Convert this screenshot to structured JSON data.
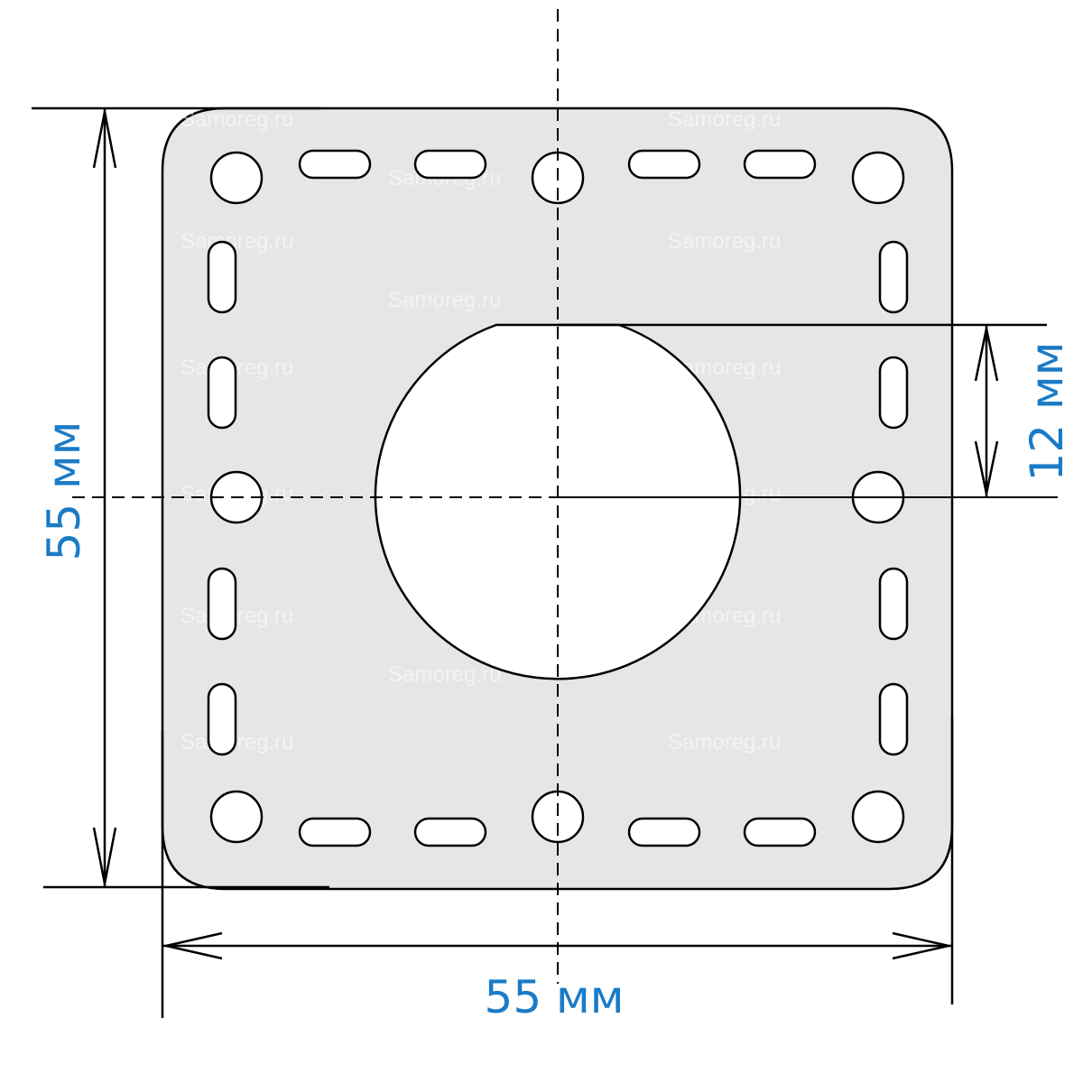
{
  "drawing": {
    "dimensions": {
      "height_label": "55 мм",
      "width_label": "55 мм",
      "radius_label": "12 мм"
    },
    "watermark": "Samoreg.ru"
  },
  "colors": {
    "plate_fill": "#e6e6e6",
    "dimension_text": "#1a7bc7",
    "line": "#000000"
  }
}
